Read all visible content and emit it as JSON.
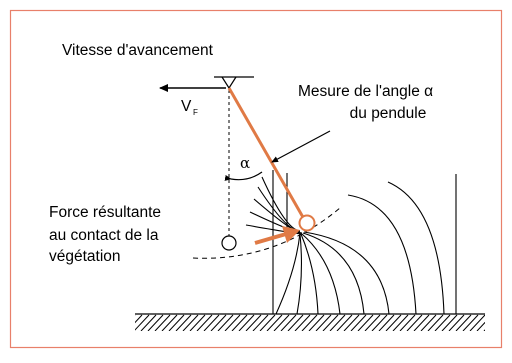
{
  "labels": {
    "speed": "Vitesse d'avancement",
    "velocity_symbol": "V",
    "velocity_subscript": "F",
    "angle_measure_line1": "Mesure de l'angle α",
    "angle_measure_line2": "du pendule",
    "angle_symbol": "α",
    "force_line1": "Force résultante",
    "force_line2": "au contact de la",
    "force_line3": "végétation"
  },
  "colors": {
    "frame": "#e8806a",
    "pendulum": "#e07a45",
    "ink": "#000000"
  }
}
